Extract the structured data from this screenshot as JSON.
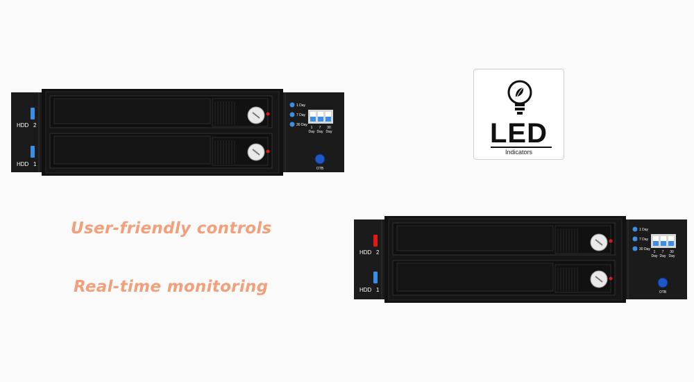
{
  "units": [
    {
      "bays": [
        {
          "label_main": "HDD",
          "label_num": "2",
          "led_color": "#3a8ee6"
        },
        {
          "label_main": "HDD",
          "label_num": "1",
          "led_color": "#3a8ee6"
        }
      ],
      "indicators": [
        "1 Day",
        "7 Day",
        "30 Day"
      ],
      "switch_top": [
        "1",
        "7",
        "30"
      ],
      "switch_bottom": [
        "Day",
        "Day",
        "Day"
      ],
      "otb_label": "OTB"
    },
    {
      "bays": [
        {
          "label_main": "HDD",
          "label_num": "2",
          "led_color": "#e01818"
        },
        {
          "label_main": "HDD",
          "label_num": "1",
          "led_color": "#3a8ee6"
        }
      ],
      "indicators": [
        "1 Day",
        "7 Day",
        "30 Day"
      ],
      "switch_top": [
        "1",
        "7",
        "30"
      ],
      "switch_bottom": [
        "Day",
        "Day",
        "Day"
      ],
      "otb_label": "OTB"
    }
  ],
  "badge": {
    "title": "LED",
    "subtitle": "Indicators",
    "icon": "led-bulb-icon"
  },
  "features": [
    "User-friendly controls",
    "Real-time monitoring"
  ],
  "colors": {
    "feature_text": "#f2a07b",
    "panel": "#1c1c1c",
    "led_blue": "#3a8ee6",
    "led_red": "#e01818"
  }
}
